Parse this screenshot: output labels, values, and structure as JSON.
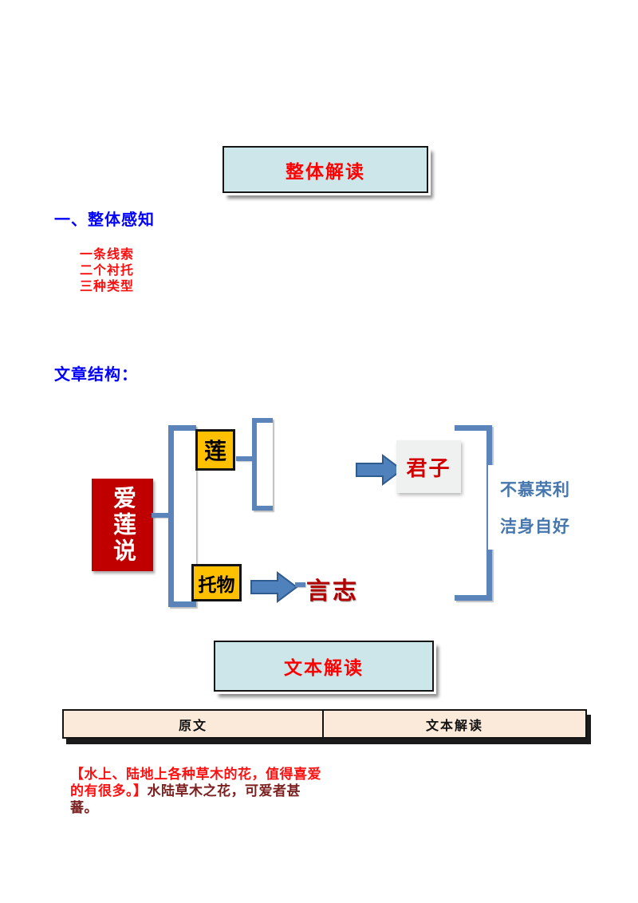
{
  "banner_overall": {
    "label": "整体解读"
  },
  "banner_text_analysis": {
    "label": "文本解读"
  },
  "section1": {
    "heading": "一、整体感知"
  },
  "outline_points": [
    {
      "label": "一条线索"
    },
    {
      "label": "二个衬托"
    },
    {
      "label": "三种类型"
    }
  ],
  "section2": {
    "heading": "文章结构："
  },
  "diagram": {
    "root_label": "爱莲说",
    "lotus_label": "莲",
    "tuowu_label": "托物",
    "junzi_label": "君子",
    "yanzhi_label": "言志",
    "summary_line1": "不慕荣利",
    "summary_line2": "洁身自好"
  },
  "table": {
    "headers": [
      "原文",
      "文本解读"
    ]
  },
  "translation_note": {
    "bracketed_text": "【水上、陆地上各种草木的花，值得喜爱的有很多。】",
    "dark_text": "水陆草木之花，可爱者甚蕃。"
  },
  "colors": {
    "banner_bg": "#cde6ea",
    "banner_text": "#fe0000",
    "heading_blue": "#0202fa",
    "outline_red": "#fb0d0d",
    "root_box_bg": "#c00000",
    "node_yellow": "#ffc000",
    "arrow_blue": "#4f81bd",
    "arrow_border": "#2f5b8f",
    "bracket_blue": "#5b84ba",
    "junzi_text": "#d40000",
    "summary_blue": "#4576ae",
    "table_header_bg": "#fbe9d9",
    "translation_red": "#fb1111",
    "translation_dark_red": "#7c2020"
  }
}
